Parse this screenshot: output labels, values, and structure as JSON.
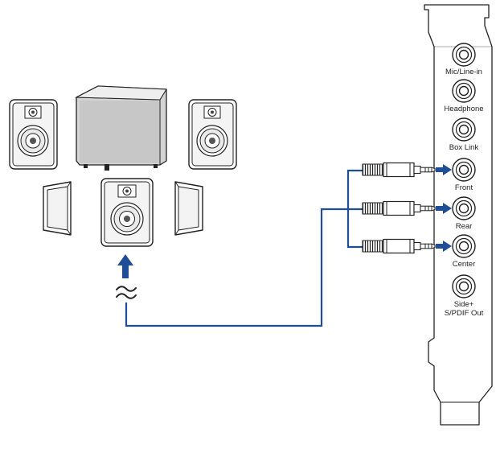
{
  "ports": [
    {
      "id": "mic",
      "label": "Mic/Line-in"
    },
    {
      "id": "headphone",
      "label": "Headphone"
    },
    {
      "id": "boxlink",
      "label": "Box Link"
    },
    {
      "id": "front",
      "label": "Front"
    },
    {
      "id": "rear",
      "label": "Rear"
    },
    {
      "id": "center",
      "label": "Center"
    },
    {
      "id": "side",
      "label": "Side+",
      "label2": "S/PDIF Out"
    }
  ],
  "connected_ports": [
    "front",
    "rear",
    "center"
  ],
  "colors": {
    "cable": "#1f4e96",
    "outline": "#222222",
    "speaker_face": "#f2f2f2",
    "subwoofer": "#d8d8d8"
  },
  "icons": {
    "signal": "approximately-equal-icon",
    "arrow": "up-arrow-icon"
  }
}
